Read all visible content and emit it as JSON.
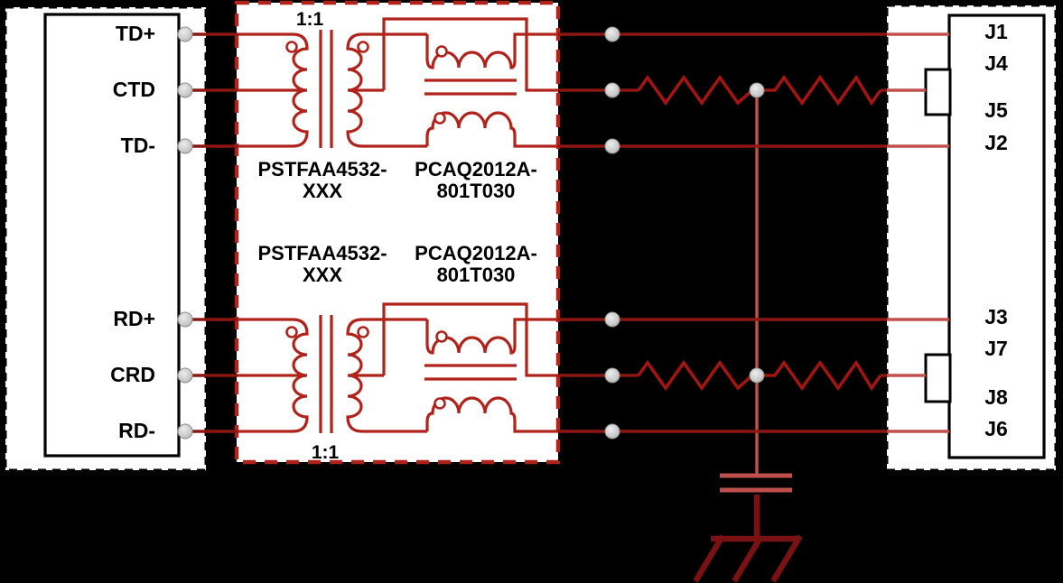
{
  "schematic": {
    "left_connector": {
      "pins": [
        "TD+",
        "CTD",
        "TD-",
        "RD+",
        "CRD",
        "RD-"
      ]
    },
    "right_connector": {
      "pins": [
        "J1",
        "J4",
        "J5",
        "J2",
        "J3",
        "J7",
        "J8",
        "J6"
      ]
    },
    "magnetics_module": {
      "turns_ratio": "1:1",
      "transformer_part_line1": "PSTFAA4532-",
      "transformer_part_line2": "XXX",
      "choke_part_line1": "PCAQ2012A-",
      "choke_part_line2": "801T030"
    },
    "colors": {
      "background": "#000000",
      "box_fill": "#ffffff",
      "box_dash": "#000000",
      "module_border_red": "#B0231B",
      "wire_dark_red": "#8C1712",
      "wire_light_red": "#C0504D",
      "resistor_red": "#A21511",
      "ground_dark_red": "#7A1113",
      "via_gray": "#C6C6C6",
      "label_text": "#000000"
    }
  }
}
